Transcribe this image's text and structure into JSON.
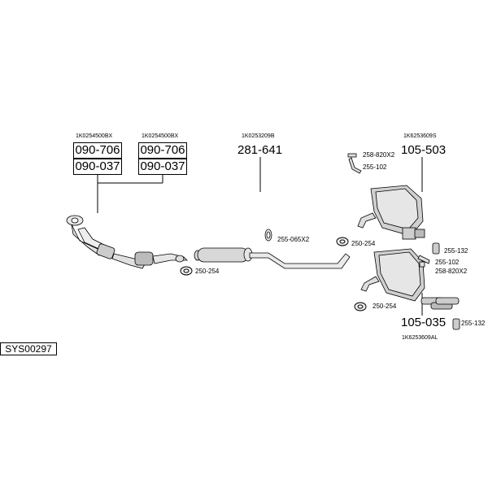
{
  "system_code": "SYS00297",
  "oe_numbers": {
    "left1": "1K0254500BX",
    "left2": "1K0254500BX",
    "middle": "1K0253209B",
    "rear_top": "1K6253609S",
    "rear_bottom": "1K6253609AL"
  },
  "parts": {
    "front_a1": "090-706",
    "front_a2": "090-037",
    "front_b1": "090-706",
    "front_b2": "090-037",
    "middle": "281-641",
    "rear_top": "105-503",
    "rear_bottom": "105-035"
  },
  "accessories": {
    "clamp_front": "250-254",
    "ring_middle": "255-065X2",
    "clamp_middle": "250-254",
    "bracket_top": "258-820X2",
    "hanger_top": "255-102",
    "mount_top": "255-132",
    "hanger_bottom": "255-102",
    "bracket_bottom": "258-820X2",
    "clamp_bottom": "250-254",
    "mount_bottom": "255-132"
  }
}
